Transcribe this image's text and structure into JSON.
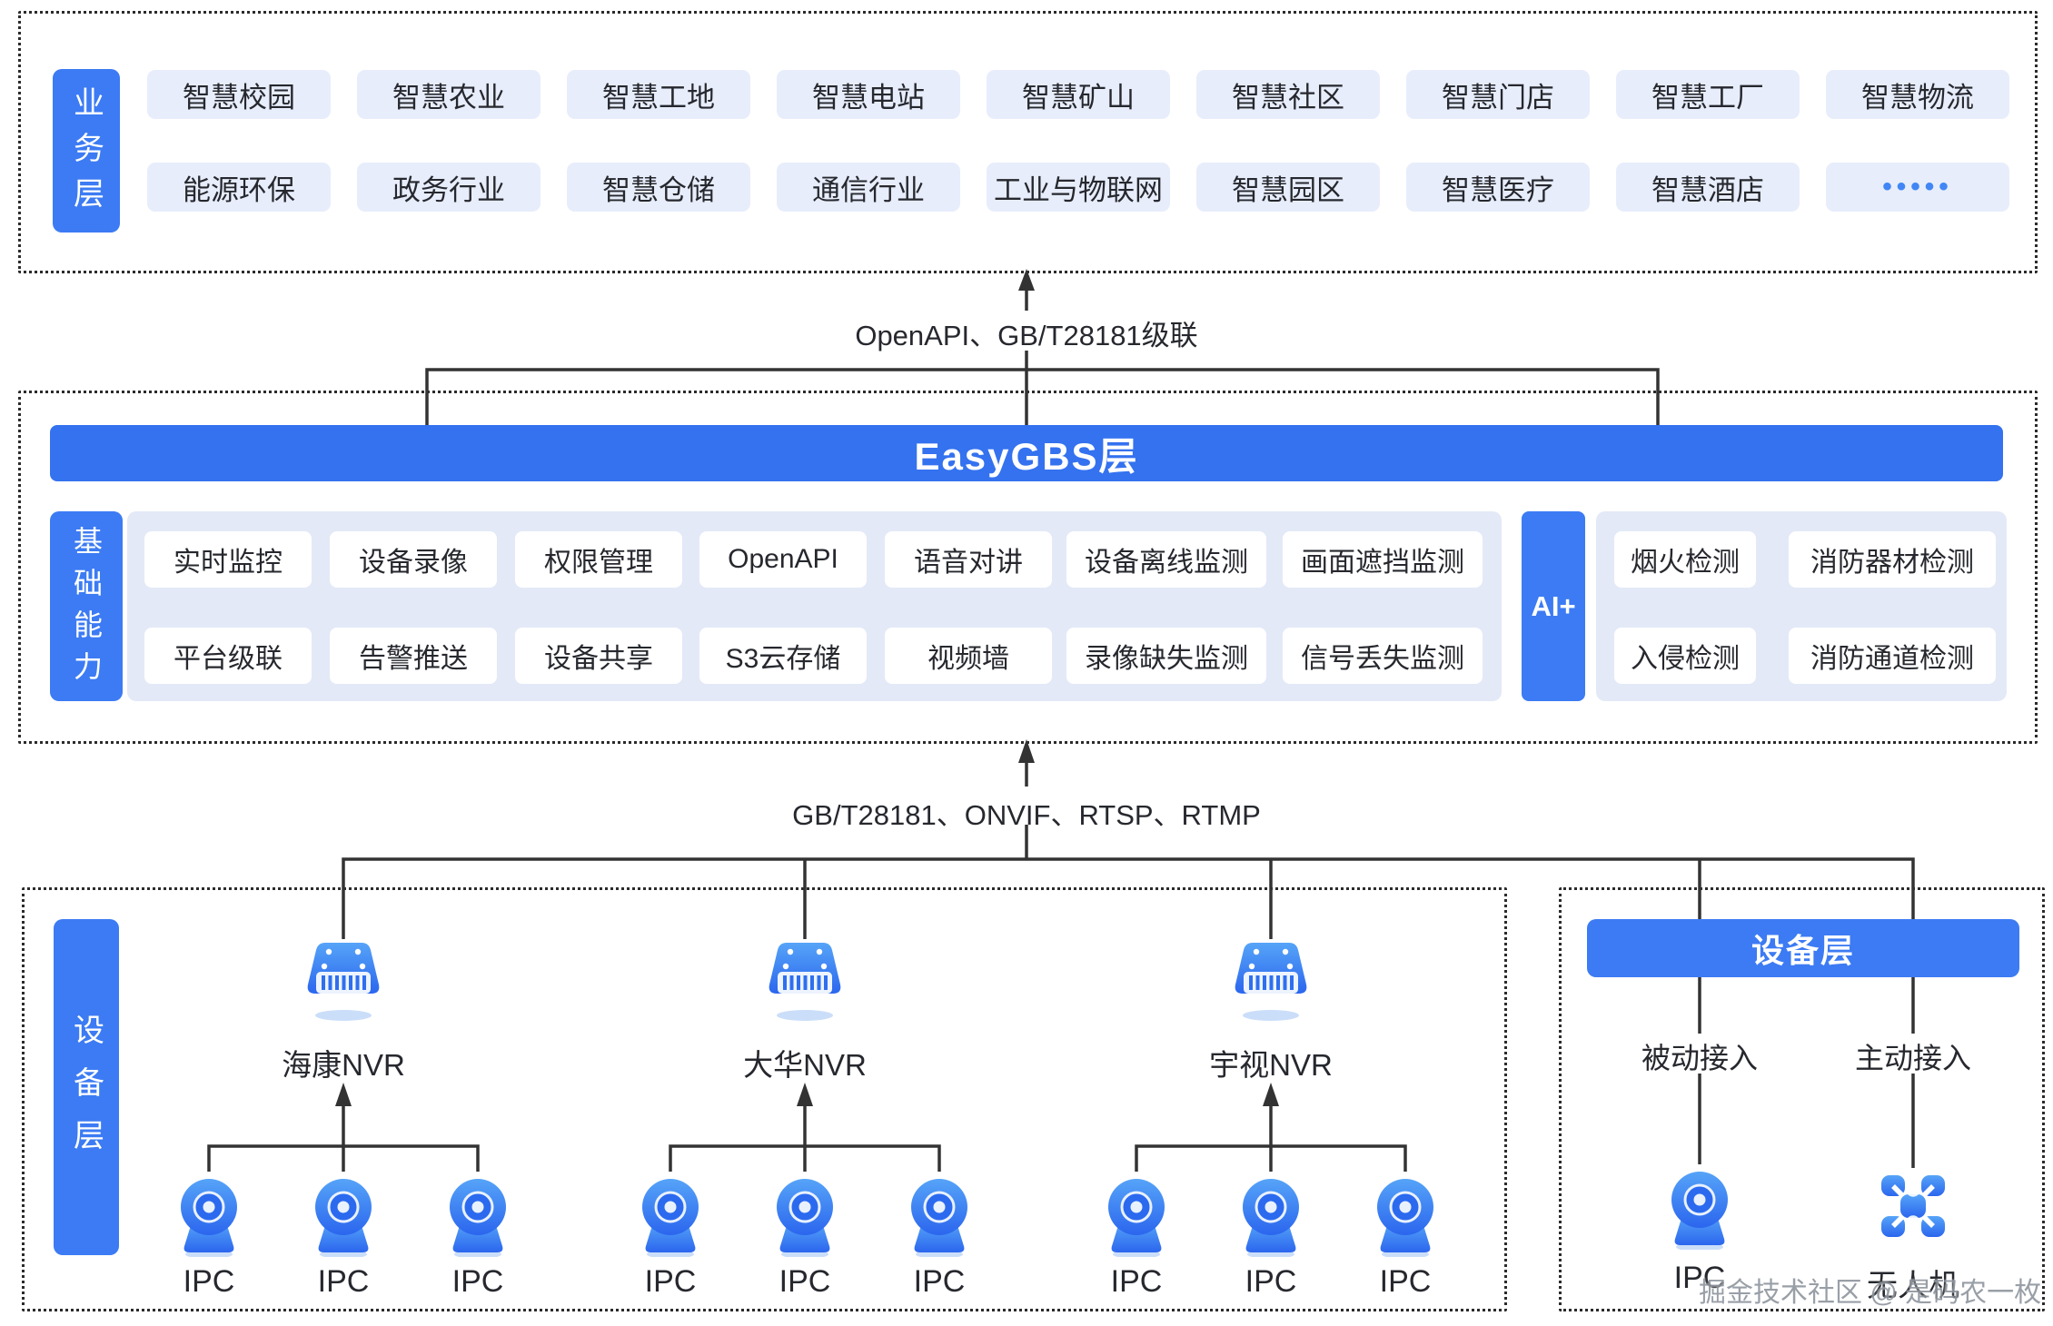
{
  "business_layer": {
    "label": "业务层",
    "row1": [
      "智慧校园",
      "智慧农业",
      "智慧工地",
      "智慧电站",
      "智慧矿山",
      "智慧社区",
      "智慧门店",
      "智慧工厂",
      "智慧物流"
    ],
    "row2": [
      "能源环保",
      "政务行业",
      "智慧仓储",
      "通信行业",
      "工业与物联网",
      "智慧园区",
      "智慧医疗",
      "智慧酒店",
      "•••••"
    ]
  },
  "link_top": {
    "label": "OpenAPI、GB/T28181级联"
  },
  "easygbs": {
    "title": "EasyGBS层",
    "capability_label": "基础能力",
    "cap_row1": [
      "实时监控",
      "设备录像",
      "权限管理",
      "OpenAPI",
      "语音对讲",
      "设备离线监测",
      "画面遮挡监测"
    ],
    "cap_row2": [
      "平台级联",
      "告警推送",
      "设备共享",
      "S3云存储",
      "视频墙",
      "录像缺失监测",
      "信号丢失监测"
    ],
    "ai_label": "AI+",
    "ai_row1": [
      "烟火检测",
      "消防器材检测"
    ],
    "ai_row2": [
      "入侵检测",
      "消防通道检测"
    ]
  },
  "link_bottom": {
    "label": "GB/T28181、ONVIF、RTSP、RTMP"
  },
  "device_layer": {
    "label": "设备层",
    "nvrs": [
      {
        "name": "海康NVR"
      },
      {
        "name": "大华NVR"
      },
      {
        "name": "宇视NVR"
      }
    ],
    "ipc_label": "IPC"
  },
  "right_panel": {
    "title": "设备层",
    "passive_label": "被动接入",
    "active_label": "主动接入",
    "ipc_label": "IPC",
    "drone_label": "无人机"
  },
  "watermark": "掘金技术社区 @ 是码农一枚",
  "colors": {
    "primary": "#3C7BF3",
    "bar": "#3472EF",
    "chip_bg": "#E7EDFB",
    "panel_bg": "#E3E9F7",
    "line": "#333333",
    "text": "#26282E"
  }
}
